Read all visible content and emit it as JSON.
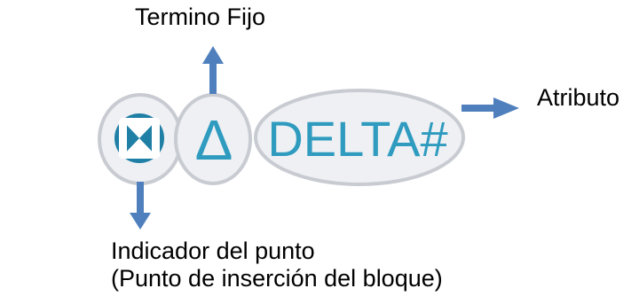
{
  "labels": {
    "fixed_term": "Termino Fijo",
    "attribute": "Atributo",
    "indicator_line1": "Indicador del punto",
    "indicator_line2": "(Punto de inserción del bloque)"
  },
  "block": {
    "text": "DELTA#",
    "triangle_glyph": "Δ"
  },
  "colors": {
    "arrow": "#4f80bd",
    "ellipse_fill": "#eef0f4",
    "ellipse_stroke": "#c8ccd2",
    "block_teal": "#2f9bbf",
    "block_dark": "#1f7fa5"
  }
}
